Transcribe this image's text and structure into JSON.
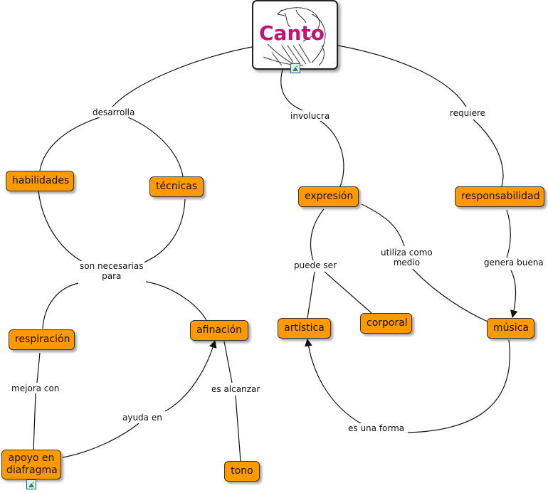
{
  "root": {
    "title": "Canto"
  },
  "concepts": {
    "habilidades": "habilidades",
    "tecnicas": "técnicas",
    "expresion": "expresión",
    "responsabilidad": "responsabilidad",
    "respiracion": "respiración",
    "afinacion": "afinación",
    "artistica": "artística",
    "corporal": "corporal",
    "musica": "música",
    "apoyo": "apoyo en\ndiafragma",
    "tono": "tono"
  },
  "links": {
    "desarrolla": "desarrolla",
    "involucra": "involucra",
    "requiere": "requiere",
    "son_necesarias": "son necesarias\npara",
    "puede_ser": "puede ser",
    "utiliza": "utiliza como\nmedio",
    "genera": "genera buena",
    "mejora": "mejora con",
    "es_alcanzar": "es alcanzar",
    "ayuda": "ayuda en",
    "es_una_forma": "es una forma"
  },
  "colors": {
    "node_fill": "#ff9900",
    "root_title": "#c0147a",
    "line": "#111111"
  },
  "icons": [
    "image-attachment-icon",
    "canto-sketch-image"
  ]
}
